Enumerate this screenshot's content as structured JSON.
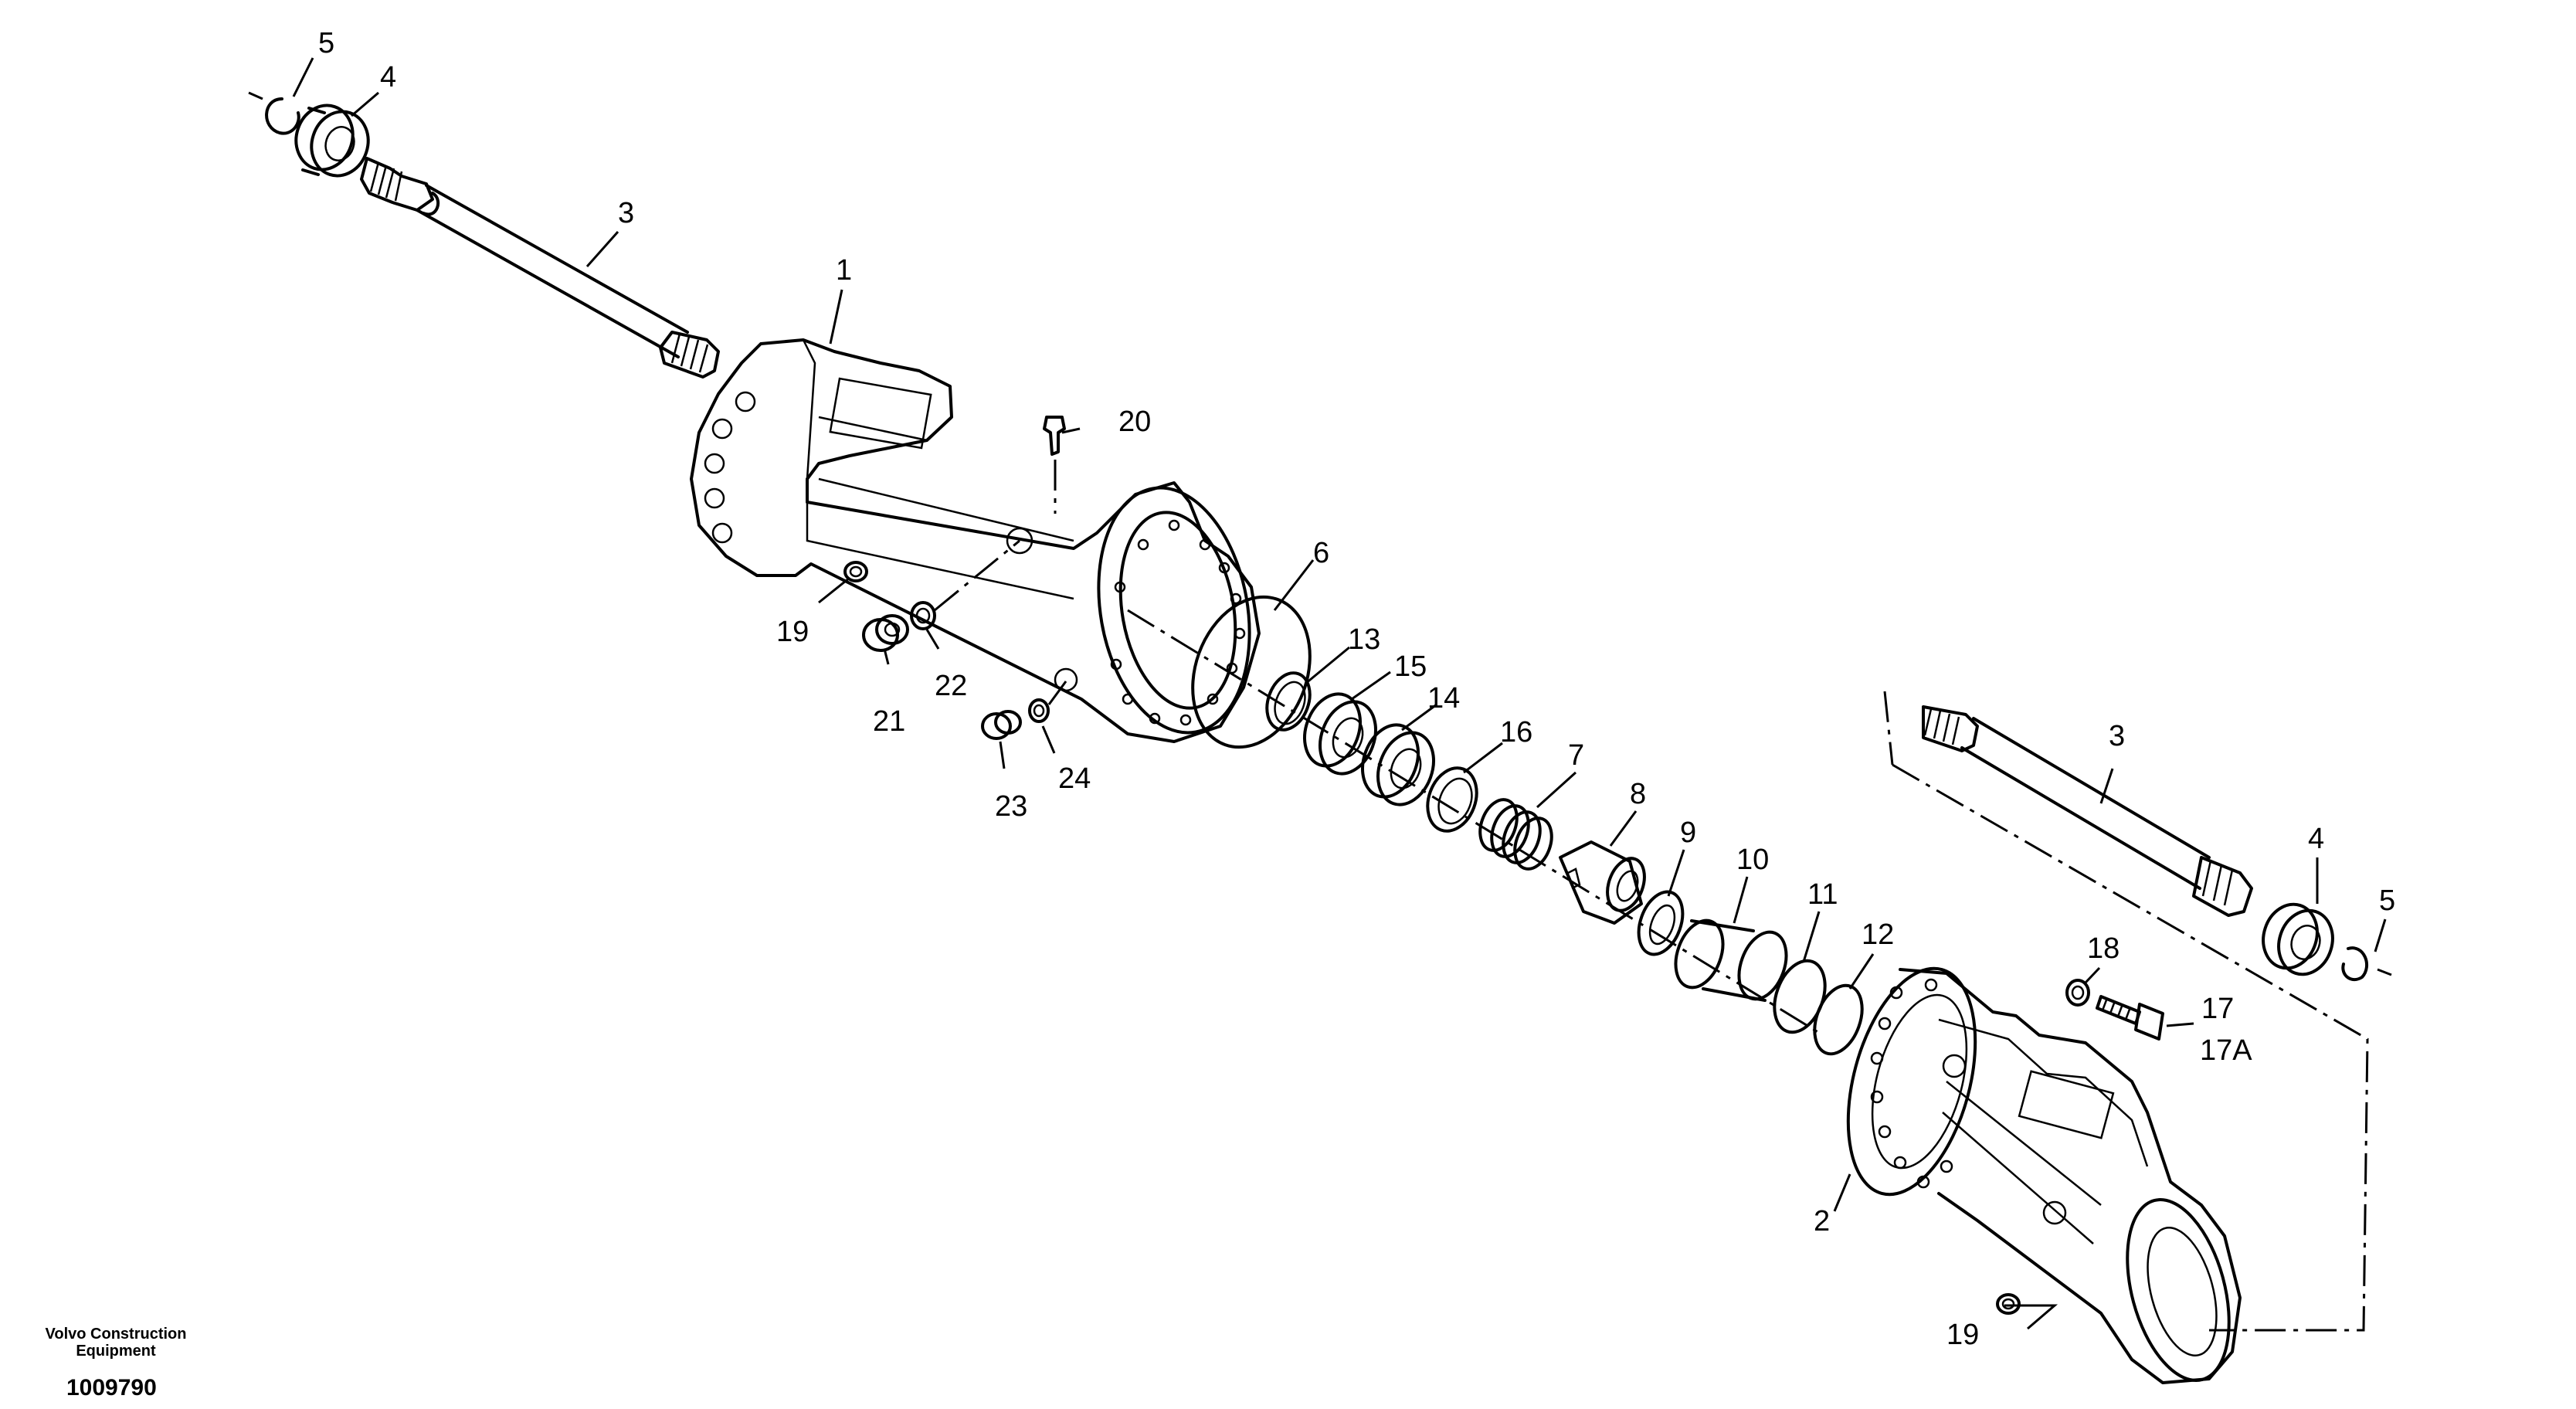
{
  "callouts": {
    "c1": "1",
    "c2": "2",
    "c3a": "3",
    "c3b": "3",
    "c4a": "4",
    "c4b": "4",
    "c5a": "5",
    "c5b": "5",
    "c6": "6",
    "c7": "7",
    "c8": "8",
    "c9": "9",
    "c10": "10",
    "c11": "11",
    "c12": "12",
    "c13": "13",
    "c14": "14",
    "c15": "15",
    "c16": "16",
    "c17": "17",
    "c17a": "17A",
    "c18": "18",
    "c19a": "19",
    "c19b": "19",
    "c20": "20",
    "c21": "21",
    "c22": "22",
    "c23": "23",
    "c24": "24"
  },
  "footer": {
    "company": "Volvo Construction Equipment",
    "document_number": "1009790"
  }
}
